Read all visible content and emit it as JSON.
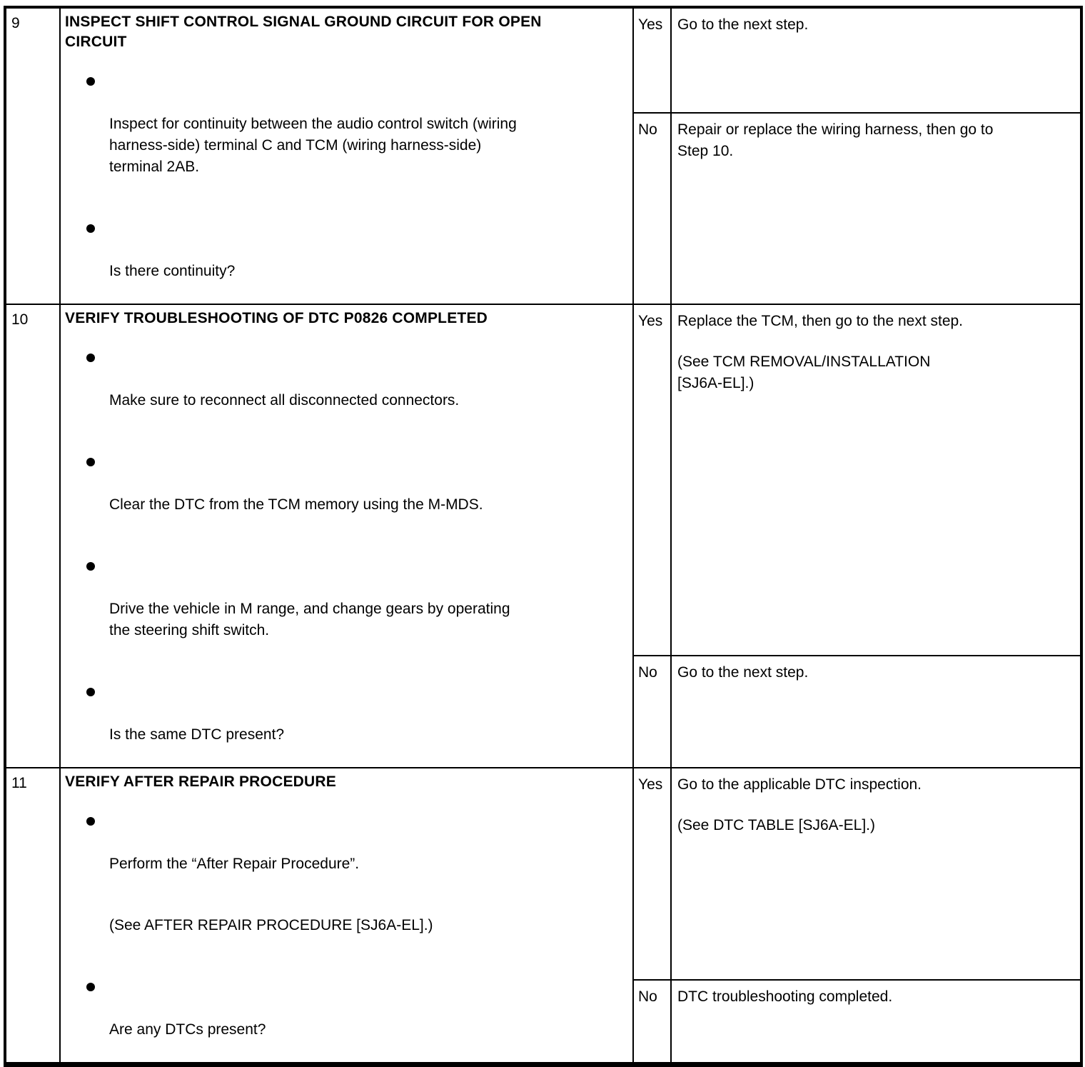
{
  "page": {
    "background_color": "#ffffff",
    "text_color": "#000000",
    "kind": "service-manual troubleshooting table"
  },
  "table": {
    "columns": [
      "step",
      "inspection",
      "result",
      "action"
    ],
    "steps": [
      {
        "step": "9",
        "title_lines": [
          "INSPECT SHIFT CONTROL SIGNAL GROUND CIRCUIT FOR OPEN",
          "CIRCUIT"
        ],
        "bullets": [
          {
            "lines": [
              "Inspect for continuity between the audio control switch (wiring",
              "harness-side) terminal C and TCM (wiring harness-side)",
              "terminal 2AB."
            ]
          },
          {
            "lines": [
              "Is there continuity?"
            ]
          }
        ],
        "outcomes": [
          {
            "result": "Yes",
            "paragraphs": [
              [
                "Go to the next step."
              ]
            ]
          },
          {
            "result": "No",
            "paragraphs": [
              [
                "Repair or replace the wiring harness, then go to",
                "Step 10."
              ]
            ]
          }
        ]
      },
      {
        "step": "10",
        "title_lines": [
          "VERIFY TROUBLESHOOTING OF DTC P0826 COMPLETED"
        ],
        "bullets": [
          {
            "lines": [
              "Make sure to reconnect all disconnected connectors."
            ]
          },
          {
            "lines": [
              "Clear the DTC from the TCM memory using the M-MDS."
            ]
          },
          {
            "lines": [
              "Drive the vehicle in M range, and change gears by operating",
              "the steering shift switch."
            ]
          },
          {
            "lines": [
              "Is the same DTC present?"
            ]
          }
        ],
        "outcomes": [
          {
            "result": "Yes",
            "paragraphs": [
              [
                "Replace the TCM, then go to the next step."
              ],
              [
                "(See TCM REMOVAL/INSTALLATION",
                "[SJ6A-EL].)"
              ]
            ]
          },
          {
            "result": "No",
            "paragraphs": [
              [
                "Go to the next step."
              ]
            ]
          }
        ]
      },
      {
        "step": "11",
        "title_lines": [
          "VERIFY AFTER REPAIR PROCEDURE"
        ],
        "bullets": [
          {
            "lines": [
              "Perform the “After Repair Procedure”."
            ],
            "note_lines": [
              "(See AFTER REPAIR PROCEDURE [SJ6A-EL].)"
            ]
          },
          {
            "lines": [
              "Are any DTCs present?"
            ]
          }
        ],
        "outcomes": [
          {
            "result": "Yes",
            "paragraphs": [
              [
                "Go to the applicable DTC inspection."
              ],
              [
                "(See DTC TABLE [SJ6A-EL].)"
              ]
            ]
          },
          {
            "result": "No",
            "paragraphs": [
              [
                "DTC troubleshooting completed."
              ]
            ]
          }
        ]
      }
    ]
  }
}
